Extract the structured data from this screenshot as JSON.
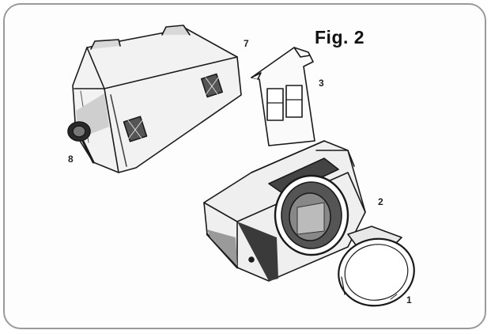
{
  "figure": {
    "title": "Fig. 2",
    "callouts": [
      {
        "id": "1",
        "label": "1"
      },
      {
        "id": "2",
        "label": "2"
      },
      {
        "id": "3",
        "label": "3"
      },
      {
        "id": "7",
        "label": "7"
      },
      {
        "id": "8",
        "label": "8"
      }
    ]
  },
  "colors": {
    "ink": "#1a1a1a",
    "shade": "#3a3a3a",
    "paper": "#fdfdfd",
    "border": "#9a9a9a"
  }
}
